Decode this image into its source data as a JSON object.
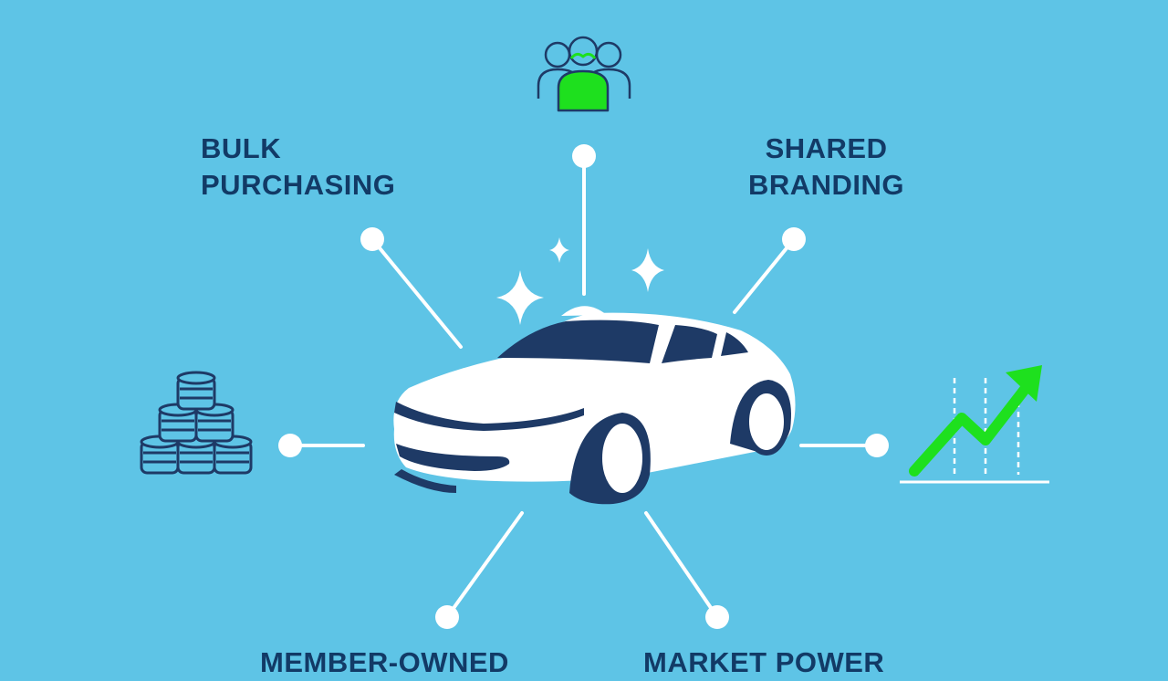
{
  "labels": {
    "bulk_purchasing": [
      "BULK",
      "PURCHASING"
    ],
    "shared_branding": [
      "SHARED",
      "BRANDING"
    ],
    "member_owned": "MEMBER-OWNED",
    "market_power": "MARKET POWER"
  },
  "icons": {
    "top": "people-group-icon",
    "left": "coin-stack-icon",
    "right": "growth-chart-icon",
    "center": "car-icon"
  },
  "colors": {
    "background": "#5EC4E6",
    "text": "#123A66",
    "dark": "#1E3A66",
    "white": "#FFFFFF",
    "accent_green": "#1EE01E"
  }
}
